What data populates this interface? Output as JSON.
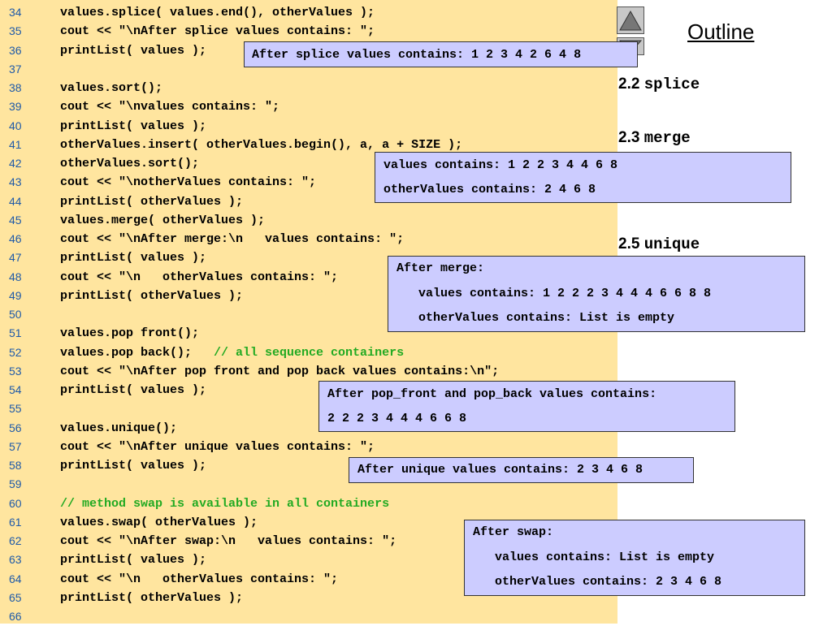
{
  "outline": {
    "title": "Outline",
    "items": [
      {
        "num": "2.2",
        "code": "splice"
      },
      {
        "num": "2.3",
        "code": "merge"
      },
      {
        "num": "2.5",
        "code": "unique"
      }
    ]
  },
  "code_lines": [
    {
      "num": "34",
      "code": "values.splice( values.end(), otherValues );",
      "comment": ""
    },
    {
      "num": "35",
      "code": "cout << \"\\nAfter splice values contains: \";",
      "comment": ""
    },
    {
      "num": "36",
      "code": "printList( values );",
      "comment": ""
    },
    {
      "num": "37",
      "code": "",
      "comment": ""
    },
    {
      "num": "38",
      "code": "values.sort();",
      "comment": ""
    },
    {
      "num": "39",
      "code": "cout << \"\\nvalues contains: \";",
      "comment": ""
    },
    {
      "num": "40",
      "code": "printList( values );",
      "comment": ""
    },
    {
      "num": "41",
      "code": "otherValues.insert( otherValues.begin(), a, a + SIZE );",
      "comment": ""
    },
    {
      "num": "42",
      "code": "otherValues.sort();",
      "comment": ""
    },
    {
      "num": "43",
      "code": "cout << \"\\notherValues contains: \";",
      "comment": ""
    },
    {
      "num": "44",
      "code": "printList( otherValues );",
      "comment": ""
    },
    {
      "num": "45",
      "code": "values.merge( otherValues );",
      "comment": ""
    },
    {
      "num": "46",
      "code": "cout << \"\\nAfter merge:\\n   values contains: \";",
      "comment": ""
    },
    {
      "num": "47",
      "code": "printList( values );",
      "comment": ""
    },
    {
      "num": "48",
      "code": "cout << \"\\n   otherValues contains: \";",
      "comment": ""
    },
    {
      "num": "49",
      "code": "printList( otherValues );",
      "comment": ""
    },
    {
      "num": "50",
      "code": "",
      "comment": ""
    },
    {
      "num": "51",
      "code": "values.pop front();",
      "comment": ""
    },
    {
      "num": "52",
      "code": "values.pop back();   ",
      "comment": "// all sequence containers"
    },
    {
      "num": "53",
      "code": "cout << \"\\nAfter pop front and pop back values contains:\\n\";",
      "comment": ""
    },
    {
      "num": "54",
      "code": "printList( values );",
      "comment": ""
    },
    {
      "num": "55",
      "code": "",
      "comment": ""
    },
    {
      "num": "56",
      "code": "values.unique();",
      "comment": ""
    },
    {
      "num": "57",
      "code": "cout << \"\\nAfter unique values contains: \";",
      "comment": ""
    },
    {
      "num": "58",
      "code": "printList( values );",
      "comment": ""
    },
    {
      "num": "59",
      "code": "",
      "comment": ""
    },
    {
      "num": "60",
      "code": "",
      "comment": "// method swap is available in all containers"
    },
    {
      "num": "61",
      "code": "values.swap( otherValues );",
      "comment": ""
    },
    {
      "num": "62",
      "code": "cout << \"\\nAfter swap:\\n   values contains: \";",
      "comment": ""
    },
    {
      "num": "63",
      "code": "printList( values );",
      "comment": ""
    },
    {
      "num": "64",
      "code": "cout << \"\\n   otherValues contains: \";",
      "comment": ""
    },
    {
      "num": "65",
      "code": "printList( otherValues );",
      "comment": ""
    },
    {
      "num": "66",
      "code": "",
      "comment": ""
    }
  ],
  "output_boxes": {
    "splice": [
      "After splice values contains: 1 2 3 4 2 6 4 8"
    ],
    "sort": [
      "values contains: 1 2 2 3 4 4 6 8",
      "otherValues contains: 2 4 6 8"
    ],
    "merge": [
      "After merge:",
      "   values contains: 1 2 2 2 3 4 4 4 6 6 8 8",
      "   otherValues contains: List is empty"
    ],
    "pop": [
      "After pop_front and pop_back values contains:",
      "2 2 2 3 4 4 4 6 6 8"
    ],
    "unique": [
      "After unique values contains: 2 3 4 6 8"
    ],
    "swap": [
      "After swap:",
      "   values contains: List is empty",
      "   otherValues contains: 2 3 4 6 8"
    ]
  }
}
